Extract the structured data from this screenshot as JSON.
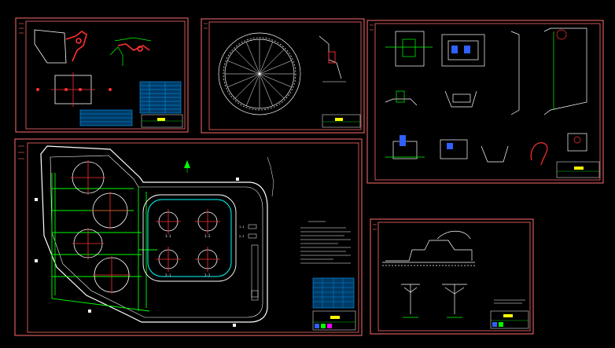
{
  "viewport": {
    "background": "#000000"
  },
  "colors": {
    "sheet_border": "#ff6b6b",
    "line_white": "#ffffff",
    "line_green": "#00ff00",
    "line_red": "#ff3030",
    "line_cyan": "#00ffff",
    "line_yellow": "#ffff00",
    "line_magenta": "#ff00ff",
    "table_fill": "#00a0ff"
  },
  "sheets": [
    {
      "id": "sheet-1",
      "content": "pipe-layout-detail"
    },
    {
      "id": "sheet-2",
      "content": "circular-tank-plan"
    },
    {
      "id": "sheet-3",
      "content": "structural-details"
    },
    {
      "id": "sheet-4",
      "content": "site-plan-with-tanks"
    },
    {
      "id": "sheet-5",
      "content": "section-and-pipe-supports"
    }
  ],
  "site_plan": {
    "tank_labels": [
      "1-1",
      "1-2",
      "2-1",
      "2-2"
    ],
    "small_labels": [
      "1-1",
      "2-2"
    ]
  }
}
